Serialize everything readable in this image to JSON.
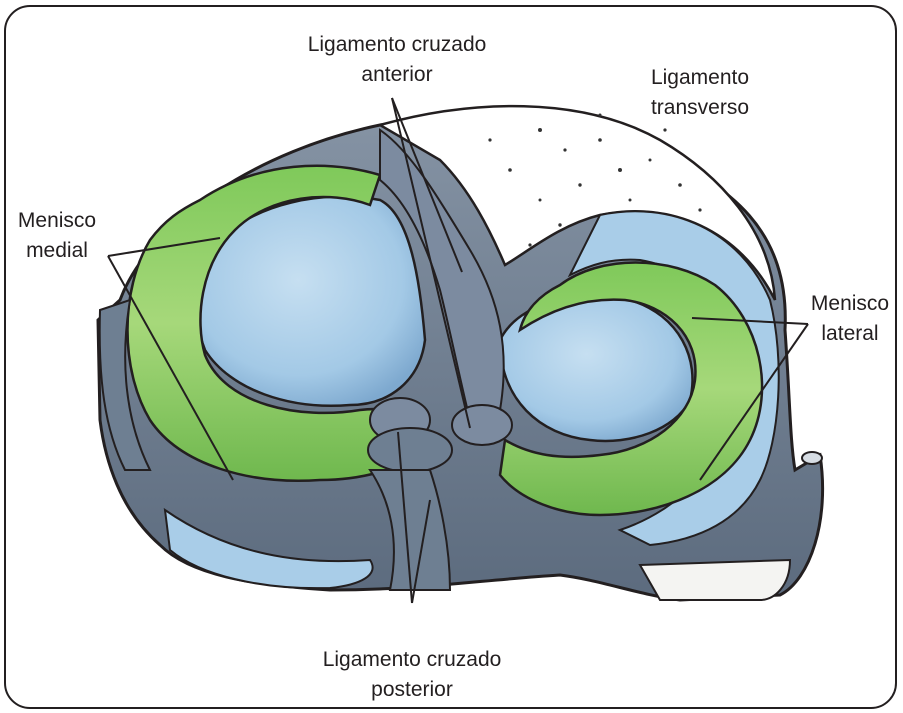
{
  "colors": {
    "meniscus_green": "#8ccf5b",
    "tibial_plateau_blue": "#a9cde8",
    "ligament_gray": "#6e7f92",
    "outline": "#231f20"
  },
  "labels": {
    "acl": {
      "line1": "Ligamento cruzado",
      "line2": "anterior"
    },
    "transverse": {
      "line1": "Ligamento",
      "line2": "transverso"
    },
    "medial": {
      "line1": "Menisco",
      "line2": "medial"
    },
    "lateral": {
      "line1": "Menisco",
      "line2": "lateral"
    },
    "pcl": {
      "line1": "Ligamento cruzado",
      "line2": "posterior"
    }
  }
}
